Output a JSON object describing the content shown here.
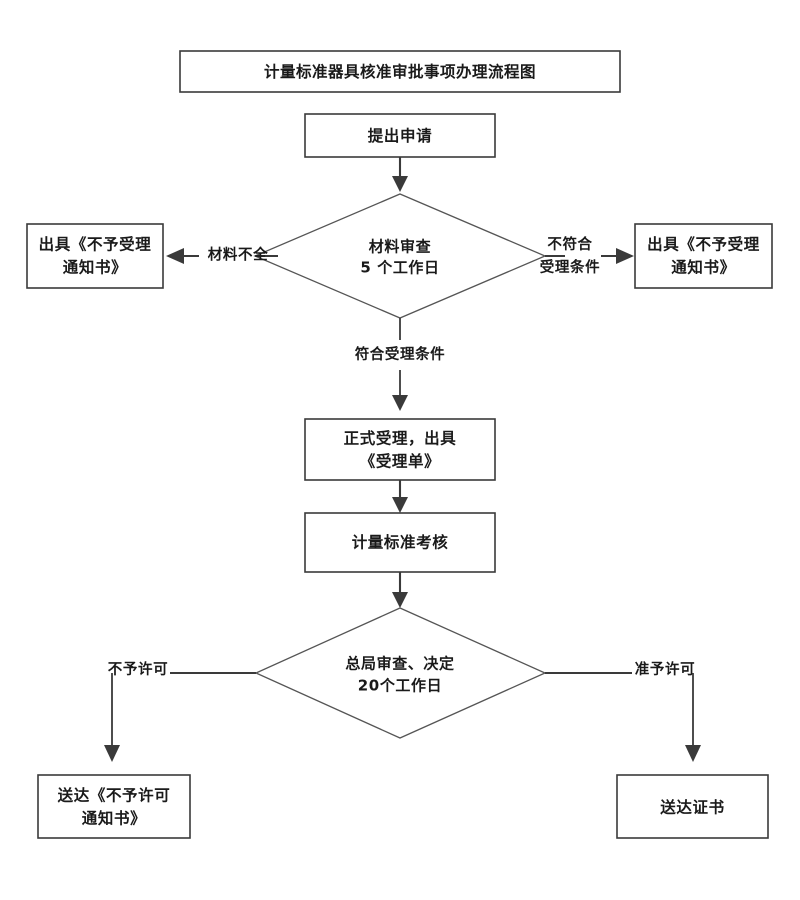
{
  "diagram": {
    "title": "计量标准器具核准审批事项办理流程图",
    "nodes": {
      "title_box": "计量标准器具核准审批事项办理流程图",
      "apply": "提出申请",
      "review_line1": "材料审查",
      "review_line2": "5 个工作日",
      "reject_left_line1": "出具《不予受理",
      "reject_left_line2": "通知书》",
      "reject_right_line1": "出具《不予受理",
      "reject_right_line2": "通知书》",
      "accept_line1": "正式受理，出具",
      "accept_line2": "《受理单》",
      "assessment": "计量标准考核",
      "decision_line1": "总局审查、决定",
      "decision_line2": "20个工作日",
      "deny_box_line1": "送达《不予许可",
      "deny_box_line2": "通知书》",
      "grant_box": "送达证书"
    },
    "edge_labels": {
      "materials_incomplete": "材料不全",
      "not_meet_line1": "不符合",
      "not_meet_line2": "受理条件",
      "meets_conditions": "符合受理条件",
      "not_permitted": "不予许可",
      "permitted": "准予许可"
    },
    "colors": {
      "box_stroke": "#3a3a3a",
      "diamond_stroke": "#555555",
      "connector": "#3a3a3a",
      "text": "#1a1a1a",
      "background": "#ffffff"
    }
  }
}
